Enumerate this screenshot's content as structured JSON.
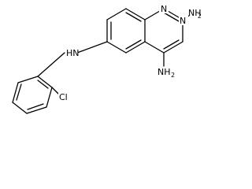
{
  "structure": {
    "labels": {
      "amine_top": "NH",
      "amine_top_sub": "2",
      "ring_n_top": "N",
      "ring_n_right": "N",
      "amine_bottom": "NH",
      "amine_bottom_sub": "2",
      "linker_nh": "HN",
      "chloro": "Cl"
    }
  }
}
